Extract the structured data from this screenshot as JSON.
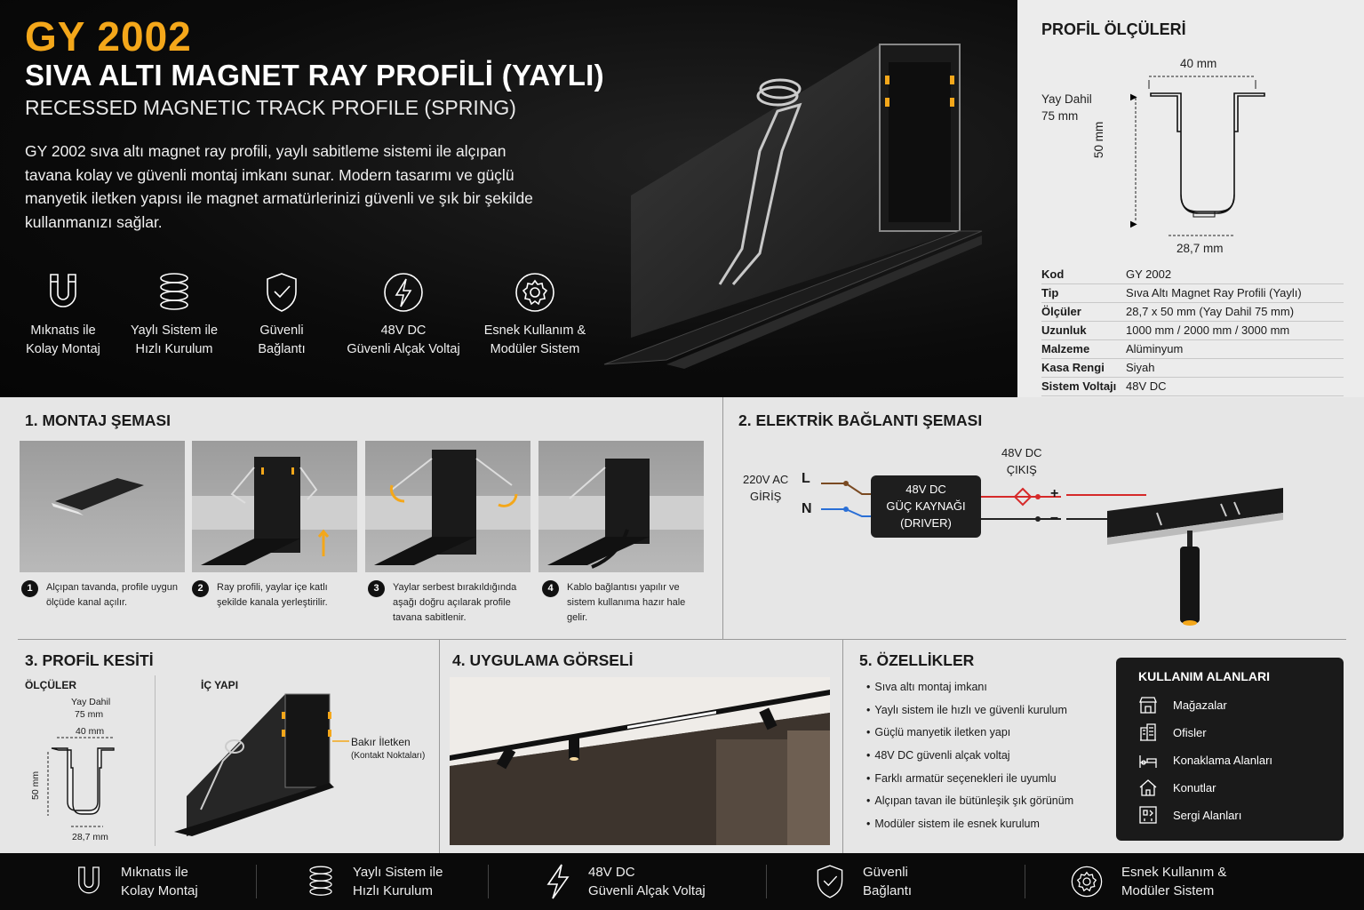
{
  "hero": {
    "code": "GY 2002",
    "title": "SIVA ALTI MAGNET RAY PROFİLİ (YAYLI)",
    "subtitle": "RECESSED MAGNETIC TRACK PROFILE (SPRING)",
    "description": "GY 2002 sıva altı magnet ray profili, yaylı sabitleme sistemi ile alçıpan tavana kolay ve güvenli montaj imkanı sunar. Modern tasarımı ve güçlü manyetik iletken yapısı ile magnet armatürlerinizi güvenli ve şık bir şekilde kullanmanızı sağlar.",
    "features": [
      {
        "icon": "magnet-icon",
        "line1": "Mıknatıs ile",
        "line2": "Kolay Montaj"
      },
      {
        "icon": "spring-icon",
        "line1": "Yaylı Sistem ile",
        "line2": "Hızlı Kurulum"
      },
      {
        "icon": "shield-check-icon",
        "line1": "Güvenli",
        "line2": "Bağlantı"
      },
      {
        "icon": "lightning-icon",
        "line1": "48V DC",
        "line2": "Güvenli Alçak Voltaj"
      },
      {
        "icon": "gear-icon",
        "line1": "Esnek Kullanım &",
        "line2": "Modüler Sistem"
      }
    ]
  },
  "spec": {
    "heading": "PROFİL ÖLÇÜLERİ",
    "dims": {
      "width_top": "40 mm",
      "height": "50 mm",
      "spring_label": "Yay Dahil",
      "spring_value": "75 mm",
      "width_bottom": "28,7 mm"
    },
    "rows": [
      {
        "k": "Kod",
        "v": "GY 2002"
      },
      {
        "k": "Tip",
        "v": "Sıva Altı Magnet Ray Profili (Yaylı)"
      },
      {
        "k": "Ölçüler",
        "v": "28,7 x 50 mm (Yay Dahil 75 mm)"
      },
      {
        "k": "Uzunluk",
        "v": "1000 mm / 2000 mm / 3000 mm"
      },
      {
        "k": "Malzeme",
        "v": "Alüminyum"
      },
      {
        "k": "Kasa Rengi",
        "v": "Siyah"
      },
      {
        "k": "Sistem Voltajı",
        "v": "48V DC"
      }
    ]
  },
  "montage": {
    "heading": "1. MONTAJ ŞEMASI",
    "steps": [
      {
        "num": "1",
        "text": "Alçıpan tavanda, profile uygun ölçüde kanal açılır."
      },
      {
        "num": "2",
        "text": "Ray profili, yaylar içe katlı şekilde kanala yerleştirilir."
      },
      {
        "num": "3",
        "text": "Yaylar serbest bırakıldığında aşağı doğru açılarak profile tavana sabitlenir."
      },
      {
        "num": "4",
        "text": "Kablo bağlantısı yapılır ve sistem kullanıma hazır hale gelir."
      }
    ]
  },
  "electric": {
    "heading": "2. ELEKTRİK BAĞLANTI ŞEMASI",
    "input_line1": "220V AC",
    "input_line2": "GİRİŞ",
    "l": "L",
    "n": "N",
    "driver_line1": "48V DC",
    "driver_line2": "GÜÇ KAYNAĞI",
    "driver_line3": "(DRIVER)",
    "output_line1": "48V DC",
    "output_line2": "ÇIKIŞ",
    "plus": "+",
    "minus": "–"
  },
  "section3": {
    "heading": "3. PROFİL KESİTİ",
    "left_sub": "ÖLÇÜLER",
    "right_sub": "İÇ YAPI",
    "spring_label": "Yay Dahil",
    "spring_value": "75 mm",
    "width_top": "40 mm",
    "height": "50 mm",
    "width_bottom": "28,7 mm",
    "conductor_line1": "Bakır İletken",
    "conductor_line2": "(Kontakt Noktaları)"
  },
  "section4": {
    "heading": "4. UYGULAMA GÖRSELİ"
  },
  "section5": {
    "heading": "5. ÖZELLİKLER",
    "items": [
      "Sıva altı montaj imkanı",
      "Yaylı sistem ile hızlı ve güvenli kurulum",
      "Güçlü manyetik iletken yapı",
      "48V DC güvenli alçak voltaj",
      "Farklı armatür seçenekleri ile uyumlu",
      "Alçıpan tavan ile bütünleşik şık görünüm",
      "Modüler sistem ile esnek kurulum"
    ],
    "usage": {
      "heading": "KULLANIM ALANLARI",
      "items": [
        {
          "icon": "store-icon",
          "label": "Mağazalar"
        },
        {
          "icon": "office-icon",
          "label": "Ofisler"
        },
        {
          "icon": "bed-icon",
          "label": "Konaklama Alanları"
        },
        {
          "icon": "house-icon",
          "label": "Konutlar"
        },
        {
          "icon": "gallery-icon",
          "label": "Sergi Alanları"
        }
      ]
    }
  },
  "footer": [
    {
      "icon": "magnet-icon",
      "line1": "Mıknatıs ile",
      "line2": "Kolay Montaj"
    },
    {
      "icon": "spring-icon",
      "line1": "Yaylı Sistem ile",
      "line2": "Hızlı Kurulum"
    },
    {
      "icon": "lightning-icon",
      "line1": "48V DC",
      "line2": "Güvenli Alçak Voltaj"
    },
    {
      "icon": "shield-check-icon",
      "line1": "Güvenli",
      "line2": "Bağlantı"
    },
    {
      "icon": "gear-icon",
      "line1": "Esnek Kullanım &",
      "line2": "Modüler Sistem"
    }
  ],
  "colors": {
    "accent": "#f4a71a",
    "dark": "#0a0a0a",
    "live_wire": "#d62a2a",
    "neutral_wire": "#2a6fd6",
    "brown_wire": "#7a4a22"
  }
}
